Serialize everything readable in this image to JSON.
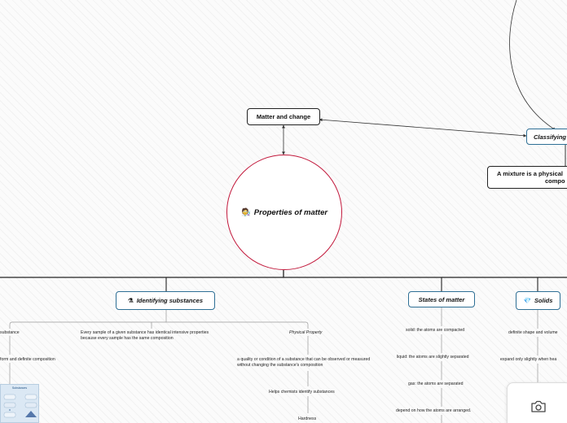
{
  "center": {
    "icon": "🧑‍🔬",
    "label": "Properties of matter"
  },
  "nodes": {
    "matter_change": "Matter and change",
    "classifying": "Classifying",
    "mixture_line1": "A mixture is a physical",
    "mixture_line2": "compo",
    "identifying": {
      "icon": "⚗",
      "label": "Identifying substances"
    },
    "states": "States of matter",
    "solids": {
      "icon": "💎",
      "label": "Solids"
    }
  },
  "leaves": {
    "substance_partial": "substance",
    "form_partial": "form and definite composition",
    "every_sample": "Every sample of a given substance has identical intensive properties because every sample has the same composition",
    "physical_property": "Physical Property",
    "quality": "a quality or condition of a substance that can be observed or measured without changing the substance's composition",
    "helps_chemists": "Helps chemists identify substances",
    "hardness": "Hardness",
    "solid_atoms": "solid: the atoms are compacted",
    "liquid_atoms": "liquid: the atoms are slightly separated",
    "gas_atoms": "gas: the atoms are separated",
    "depend": "depend on how the atoms are arranged.",
    "definite_shape": "definite shape and volume",
    "expand": "expand only slightly when hea"
  },
  "thumbnail": {
    "title": "Substances"
  },
  "icons": {
    "camera": "camera-icon"
  },
  "colors": {
    "center_border": "#c2183b",
    "node_border": "#2e6f95",
    "line": "#222222"
  }
}
